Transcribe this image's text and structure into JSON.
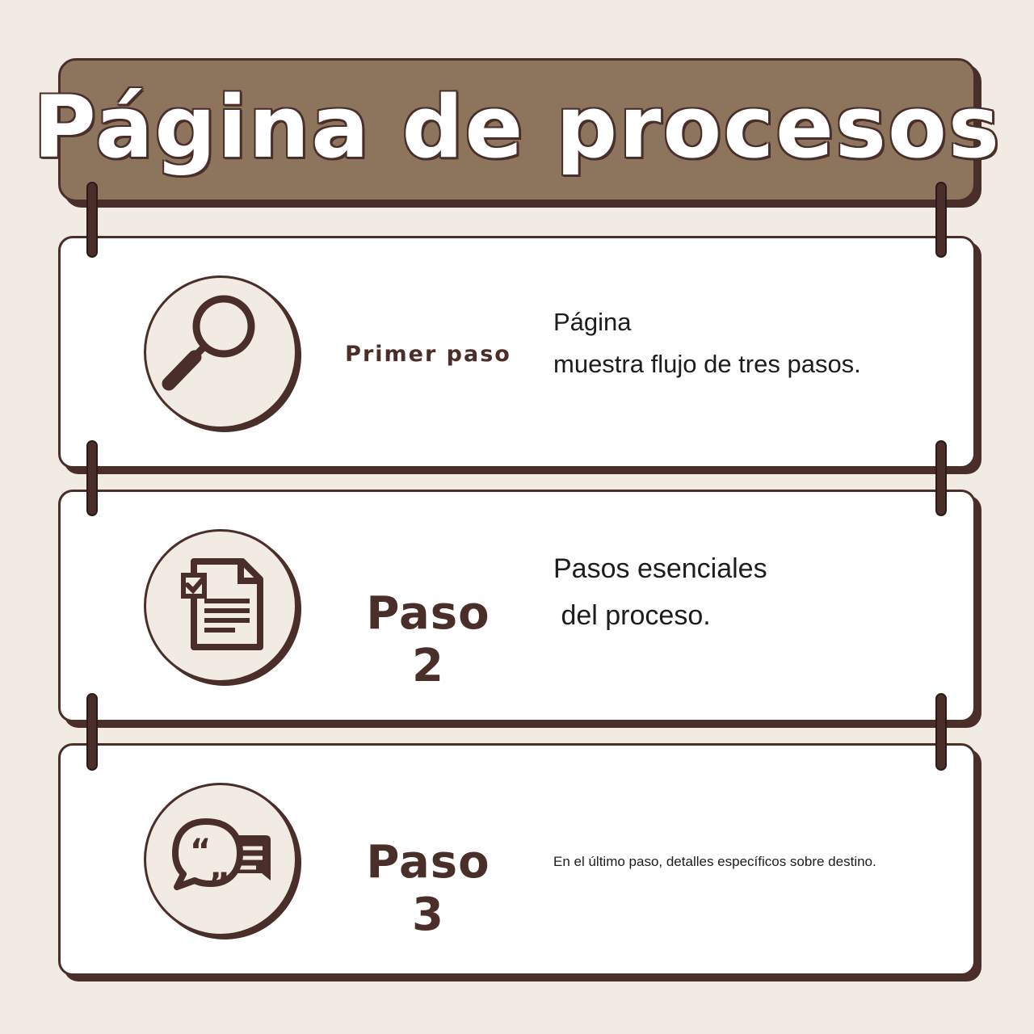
{
  "title": "Página de procesos",
  "colors": {
    "background": "#f2ebe3",
    "header": "#8d745d",
    "outline": "#4a2e2a",
    "card": "#ffffff"
  },
  "steps": [
    {
      "label": "Primer paso",
      "description": "Página\nmuestra flujo de tres pasos.",
      "icon": "magnifier-icon"
    },
    {
      "label": "Paso 2",
      "description": "Pasos esenciales\n del proceso.",
      "icon": "checklist-document-icon"
    },
    {
      "label": "Paso 3",
      "description": "En el último paso, detalles específicos sobre destino.",
      "icon": "quote-chat-icon"
    }
  ]
}
